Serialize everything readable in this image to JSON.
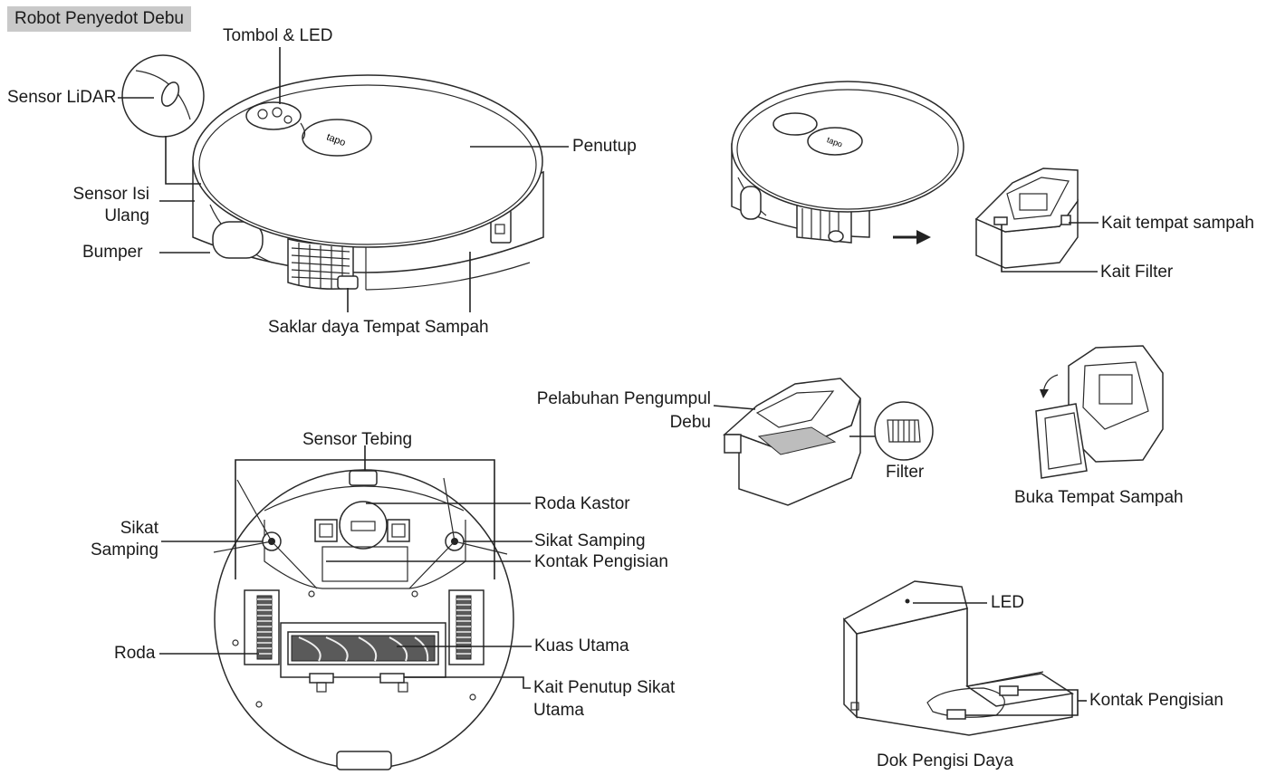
{
  "header": {
    "title": "Robot Penyedot Debu"
  },
  "labels": {
    "tombol_led": "Tombol & LED",
    "sensor_lidar": "Sensor LiDAR",
    "penutup": "Penutup",
    "sensor_isi_ulang_1": "Sensor Isi",
    "sensor_isi_ulang_2": "Ulang",
    "bumper": "Bumper",
    "saklar_daya": "Saklar daya Tempat Sampah",
    "kait_tempat_sampah": "Kait tempat sampah",
    "kait_filter": "Kait Filter",
    "pelabuhan_1": "Pelabuhan Pengumpul",
    "pelabuhan_2": "Debu",
    "filter": "Filter",
    "buka_tempat_sampah": "Buka Tempat Sampah",
    "sensor_tebing": "Sensor Tebing",
    "roda_kastor": "Roda Kastor",
    "sikat_samping_left_1": "Sikat",
    "sikat_samping_left_2": "Samping",
    "sikat_samping_right": "Sikat Samping",
    "kontak_pengisian_robot": "Kontak Pengisian",
    "roda": "Roda",
    "kuas_utama": "Kuas Utama",
    "kait_penutup_1": "Kait Penutup Sikat",
    "kait_penutup_2": "Utama",
    "led": "LED",
    "kontak_pengisian_dock": "Kontak Pengisian",
    "dok_pengisi_daya": "Dok Pengisi Daya"
  },
  "logo_text": "tapo"
}
